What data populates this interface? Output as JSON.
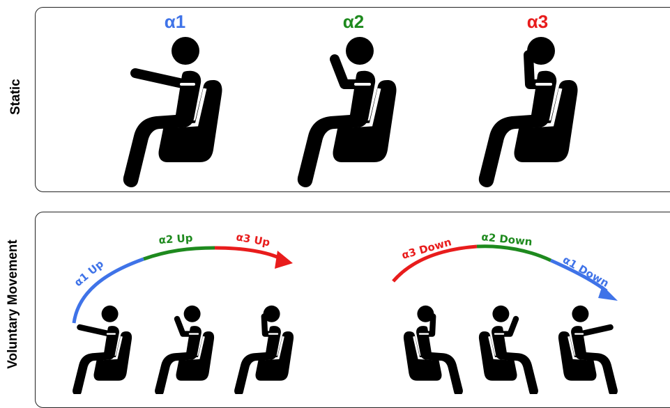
{
  "panels": {
    "static": {
      "label": "Static"
    },
    "voluntary": {
      "label": "Voluntary Movement"
    }
  },
  "static_titles": [
    {
      "text": "α1",
      "color": "#3f73e8"
    },
    {
      "text": "α2",
      "color": "#1e8a1e"
    },
    {
      "text": "α3",
      "color": "#e81c1c"
    }
  ],
  "up_arc": {
    "segments": [
      {
        "text": "α1 Up",
        "color": "#3f73e8"
      },
      {
        "text": "α2 Up",
        "color": "#1e8a1e"
      },
      {
        "text": "α3 Up",
        "color": "#e81c1c"
      }
    ]
  },
  "down_arc": {
    "segments": [
      {
        "text": "α3 Down",
        "color": "#e81c1c"
      },
      {
        "text": "α2 Down",
        "color": "#1e8a1e"
      },
      {
        "text": "α1 Down",
        "color": "#3f73e8"
      }
    ]
  },
  "figure_color": "#000000"
}
